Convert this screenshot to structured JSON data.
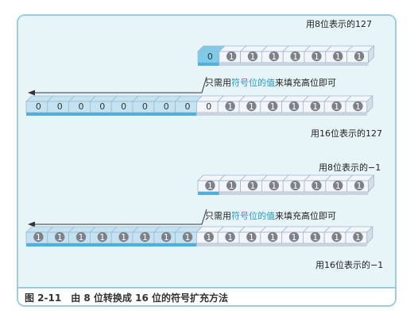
{
  "diagram": {
    "examples": [
      {
        "label_8bit": "用8位表示的127",
        "bits8": [
          "0",
          "1",
          "1",
          "1",
          "1",
          "1",
          "1",
          "1"
        ],
        "note": {
          "pre": "只需用",
          "highlight": "符号位的值",
          "post": "来填充高位即可"
        },
        "bits16": [
          "0",
          "0",
          "0",
          "0",
          "0",
          "0",
          "0",
          "0",
          "0",
          "1",
          "1",
          "1",
          "1",
          "1",
          "1",
          "1"
        ],
        "label_16bit": "用16位表示的127"
      },
      {
        "label_8bit": "用8位表示的−1",
        "bits8": [
          "1",
          "1",
          "1",
          "1",
          "1",
          "1",
          "1",
          "1"
        ],
        "note": {
          "pre": "只需用",
          "highlight": "符号位的值",
          "post": "来填充高位即可"
        },
        "bits16": [
          "1",
          "1",
          "1",
          "1",
          "1",
          "1",
          "1",
          "1",
          "1",
          "1",
          "1",
          "1",
          "1",
          "1",
          "1",
          "1"
        ],
        "label_16bit": "用16位表示的−1"
      }
    ]
  },
  "caption": "图 2-11　由 8 位转换成 16 位的符号扩充方法",
  "colors": {
    "frame": "#9ccbe4",
    "background": "#e7f4f8",
    "cell_light": "#f2f5fa",
    "cell_upper": "#c4e3f2",
    "cell_sign": "#7ecbe9",
    "highlight_text": "#1f9bd0"
  }
}
